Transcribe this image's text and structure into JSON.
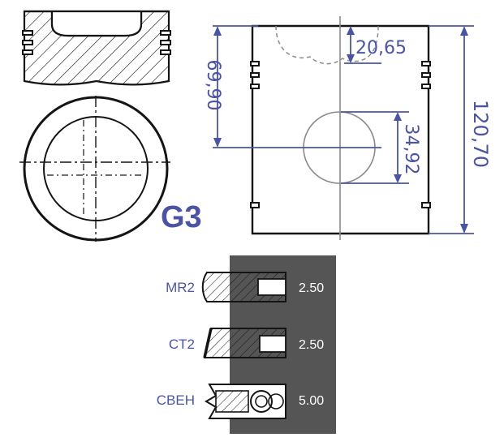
{
  "colors": {
    "line": "#141414",
    "dimension": "#4b54a3",
    "ring_panel": "#555555",
    "ring_value": "#ffffff",
    "label": "#4b54a3"
  },
  "model_label": "G3",
  "dimensions": {
    "compression_height": "69,90",
    "bowl_depth": "20,65",
    "pin_diameter": "34,92",
    "total_height": "120,70"
  },
  "rings": [
    {
      "name": "MR2",
      "width": "2.50"
    },
    {
      "name": "CT2",
      "width": "2.50"
    },
    {
      "name": "CBEH",
      "width": "5.00"
    }
  ]
}
